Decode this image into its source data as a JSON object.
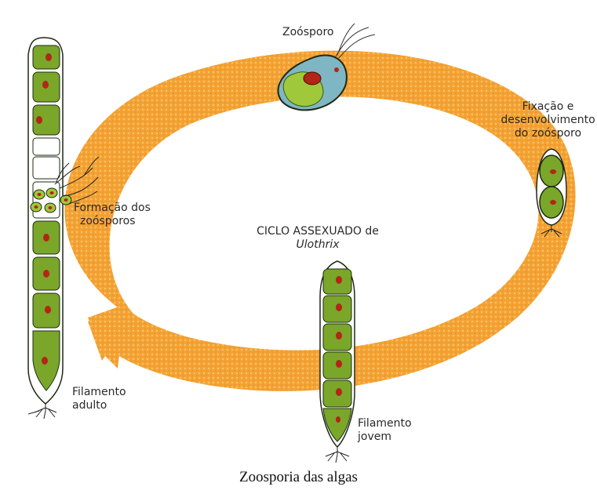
{
  "diagram": {
    "title_line1": "CICLO ASSEXUADO de",
    "title_line2": "Ulothrix",
    "stages": {
      "zoosporo": "Zoósporo",
      "fixacao_line1": "Fixação e",
      "fixacao_line2": "desenvolvimento",
      "fixacao_line3": "do zoósporo",
      "formacao_line1": "Formação dos",
      "formacao_line2": "zoósporos",
      "filamento_adulto_line1": "Filamento",
      "filamento_adulto_line2": "adulto",
      "filamento_jovem_line1": "Filamento",
      "filamento_jovem_line2": "jovem"
    }
  },
  "caption": "Zoosporia das algas",
  "colors": {
    "arrow": "#f4a233",
    "arrow_dots": "#f7be5f",
    "cell_fill": "#7aa62a",
    "cell_outline": "#1f2a14",
    "nucleus": "#b22617",
    "zoospore_body": "#7fb6c4"
  }
}
